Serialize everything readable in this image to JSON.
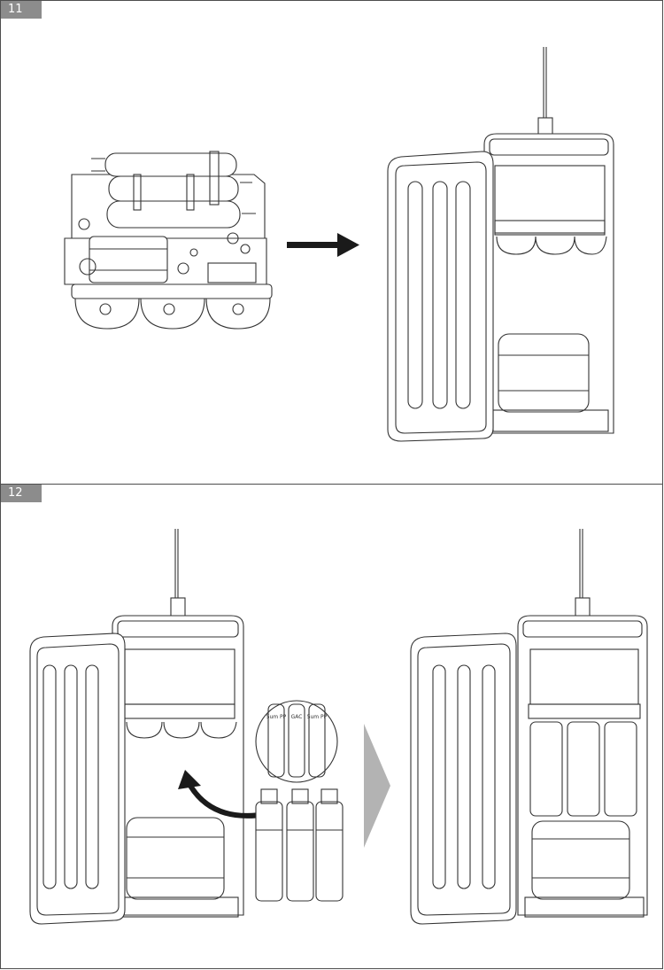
{
  "steps": [
    {
      "number": "11"
    },
    {
      "number": "12"
    }
  ],
  "filters": [
    {
      "label": "5um PP"
    },
    {
      "label": "GAC"
    },
    {
      "label": "5um PP"
    }
  ],
  "colors": {
    "line": "#333333",
    "tag": "#8c8c8c",
    "arrow_gray": "#b3b3b3",
    "arrow_dark": "#1a1a1a"
  }
}
